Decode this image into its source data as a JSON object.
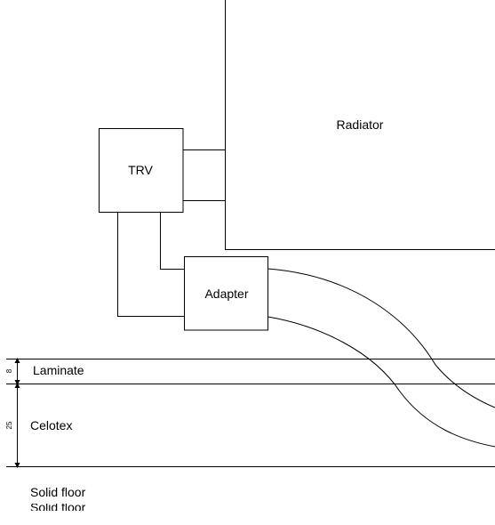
{
  "components": {
    "radiator": "Radiator",
    "trv": "TRV",
    "adapter": "Adapter"
  },
  "layers": [
    {
      "label": "Laminate",
      "dimension": "8"
    },
    {
      "label": "Celotex",
      "dimension": "25"
    },
    {
      "label": "Solid floor"
    }
  ],
  "clipped_caption": "Solid floor",
  "colors": {
    "stroke": "#000000",
    "background": "#ffffff"
  }
}
